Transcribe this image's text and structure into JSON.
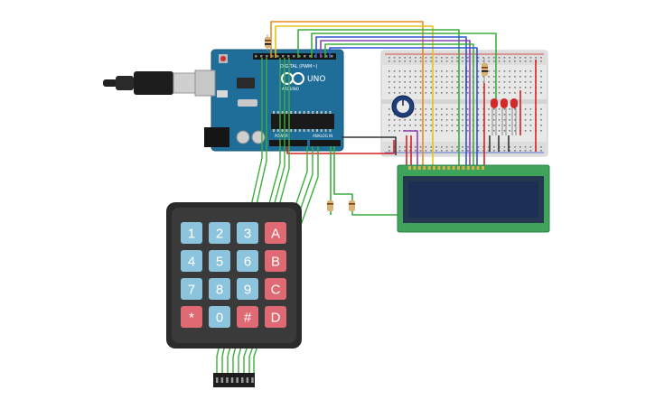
{
  "arduino": {
    "brand_text": "ARDUINO",
    "model_text": "UNO",
    "digital_label": "DIGITAL (PWM~)",
    "power_label": "POWER",
    "analog_label": "ANALOG IN"
  },
  "keypad": {
    "keys": [
      {
        "label": "1",
        "kind": "num"
      },
      {
        "label": "2",
        "kind": "num"
      },
      {
        "label": "3",
        "kind": "num"
      },
      {
        "label": "A",
        "kind": "letter"
      },
      {
        "label": "4",
        "kind": "num"
      },
      {
        "label": "5",
        "kind": "num"
      },
      {
        "label": "6",
        "kind": "num"
      },
      {
        "label": "B",
        "kind": "letter"
      },
      {
        "label": "7",
        "kind": "num"
      },
      {
        "label": "8",
        "kind": "num"
      },
      {
        "label": "9",
        "kind": "num"
      },
      {
        "label": "C",
        "kind": "letter"
      },
      {
        "label": "*",
        "kind": "letter"
      },
      {
        "label": "0",
        "kind": "num"
      },
      {
        "label": "#",
        "kind": "letter"
      },
      {
        "label": "D",
        "kind": "letter"
      }
    ]
  },
  "colors": {
    "arduino_board": "#1f6e9a",
    "keypad_num": "#8cc4de",
    "keypad_letter": "#e06a73",
    "lcd_board": "#3fa45a",
    "lcd_screen": "#1e2f55",
    "wire_green": "#3cae3c",
    "wire_red": "#d62020",
    "wire_orange": "#e98a1f",
    "wire_yellow": "#e6c21a",
    "wire_blue": "#2f55d4",
    "wire_black": "#333333",
    "wire_purple": "#8e3fb0",
    "led_red": "#d22a2a"
  }
}
